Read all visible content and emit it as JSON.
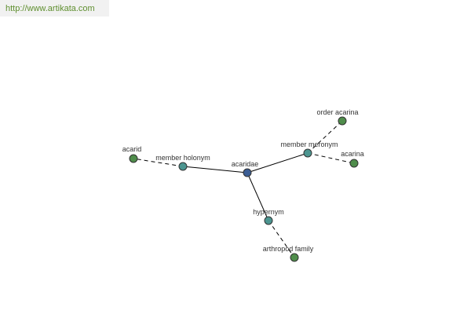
{
  "source": {
    "url_text": "http://www.artikata.com"
  },
  "colors": {
    "center": "#3b5d94",
    "relation": "#4c9590",
    "leaf": "#4f8d4b",
    "edge": "#000000",
    "link": "#5f8f2f"
  },
  "graph": {
    "nodes": [
      {
        "id": "acaridae",
        "label": "acaridae",
        "kind": "center"
      },
      {
        "id": "member-holonym",
        "label": "member holonym",
        "kind": "relation"
      },
      {
        "id": "member-meronym",
        "label": "member meronym",
        "kind": "relation"
      },
      {
        "id": "hypernym",
        "label": "hypernym",
        "kind": "relation"
      },
      {
        "id": "acarid",
        "label": "acarid",
        "kind": "leaf"
      },
      {
        "id": "order-acarina",
        "label": "order acarina",
        "kind": "leaf"
      },
      {
        "id": "acarina",
        "label": "acarina",
        "kind": "leaf"
      },
      {
        "id": "arthropod-family",
        "label": "arthropod family",
        "kind": "leaf"
      }
    ],
    "edges": [
      {
        "from": "acaridae",
        "to": "member-holonym",
        "style": "solid"
      },
      {
        "from": "acaridae",
        "to": "member-meronym",
        "style": "solid"
      },
      {
        "from": "acaridae",
        "to": "hypernym",
        "style": "solid"
      },
      {
        "from": "member-holonym",
        "to": "acarid",
        "style": "dashed"
      },
      {
        "from": "member-meronym",
        "to": "order-acarina",
        "style": "dashed"
      },
      {
        "from": "member-meronym",
        "to": "acarina",
        "style": "dashed"
      },
      {
        "from": "hypernym",
        "to": "arthropod-family",
        "style": "dashed"
      }
    ]
  }
}
